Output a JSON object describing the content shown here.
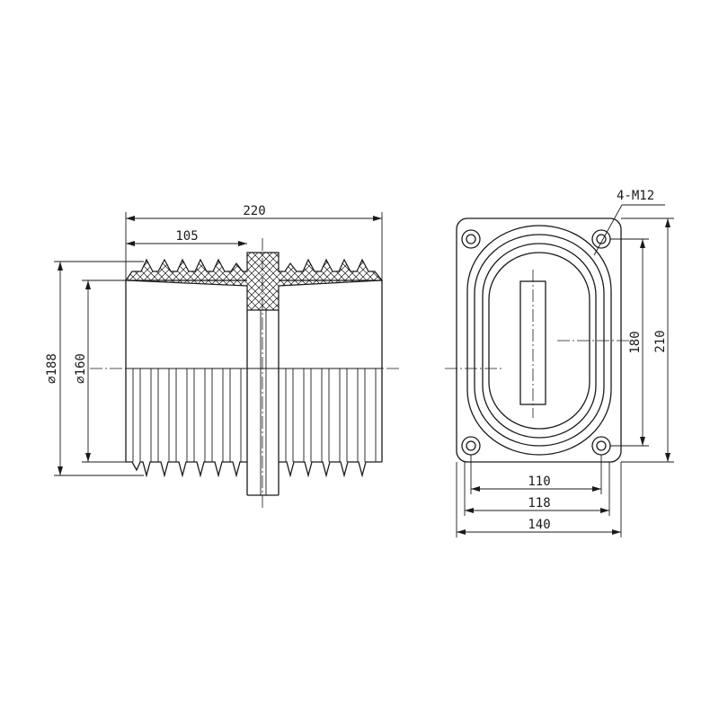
{
  "dimensions": {
    "overall_length": "220",
    "flange_offset": "105",
    "outer_diameter": "∅188",
    "inner_diameter": "∅160",
    "slot_width": "110",
    "hole_spacing_width": "118",
    "flange_width": "140",
    "hole_spacing_height": "180",
    "flange_height": "210",
    "bolt_callout": "4-M12"
  },
  "colors": {
    "line": "#1a1a1a",
    "background": "#ffffff"
  }
}
